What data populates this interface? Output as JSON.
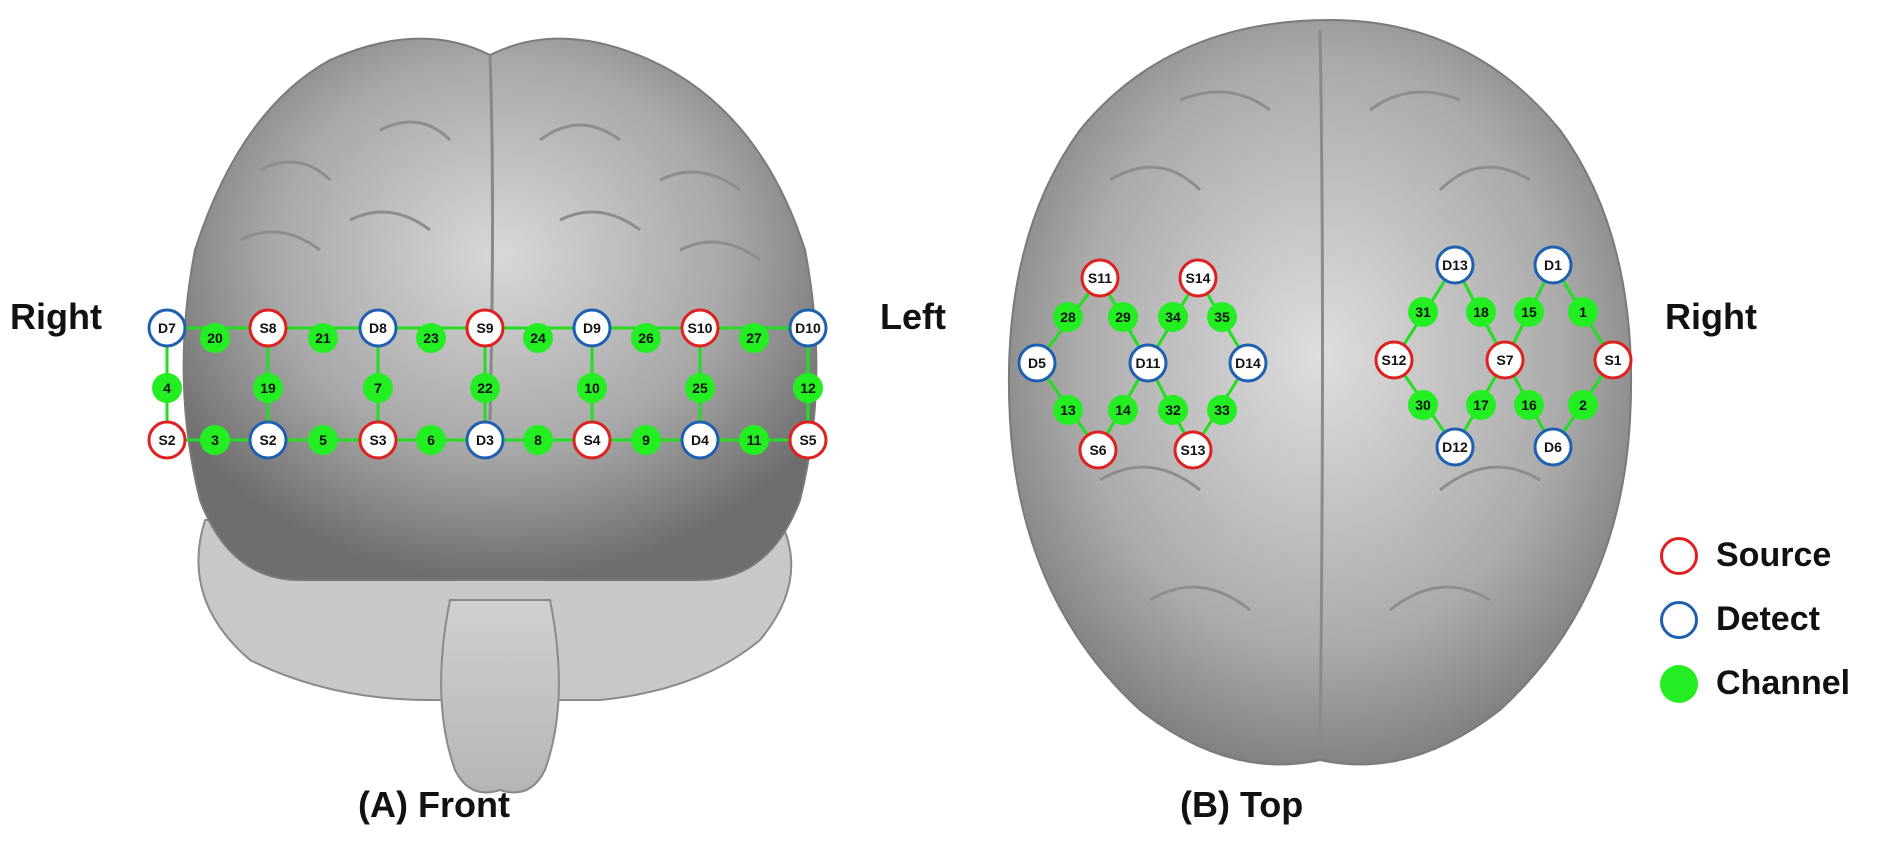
{
  "labels": {
    "front_right": "Right",
    "front_left": "Left",
    "top_right": "Right",
    "caption_front": "(A) Front",
    "caption_top": "(B) Top"
  },
  "legend": [
    {
      "label": "Source",
      "kind": "source"
    },
    {
      "label": "Detect",
      "kind": "detector"
    },
    {
      "label": "Channel",
      "kind": "channel"
    }
  ],
  "colors": {
    "source": "#e02020",
    "detector": "#1f5fb0",
    "channel": "#22ee22",
    "link": "#22dd22",
    "brain": "#9a9a9a"
  },
  "front_view": {
    "optodes": [
      {
        "id": "D7",
        "kind": "detector"
      },
      {
        "id": "S8",
        "kind": "source"
      },
      {
        "id": "D8",
        "kind": "detector"
      },
      {
        "id": "S9",
        "kind": "source"
      },
      {
        "id": "D9",
        "kind": "detector"
      },
      {
        "id": "S10",
        "kind": "source"
      },
      {
        "id": "D10",
        "kind": "detector"
      },
      {
        "id": "S2",
        "kind": "source"
      },
      {
        "id": "S2",
        "kind": "detector"
      },
      {
        "id": "S3",
        "kind": "source"
      },
      {
        "id": "D3",
        "kind": "detector"
      },
      {
        "id": "S4",
        "kind": "source"
      },
      {
        "id": "D4",
        "kind": "detector"
      },
      {
        "id": "S5",
        "kind": "source"
      }
    ],
    "channels": [
      "20",
      "21",
      "23",
      "24",
      "26",
      "27",
      "4",
      "19",
      "7",
      "22",
      "10",
      "25",
      "12",
      "3",
      "5",
      "6",
      "8",
      "9",
      "11"
    ]
  },
  "top_view": {
    "optodes": [
      {
        "id": "S11",
        "kind": "source"
      },
      {
        "id": "S14",
        "kind": "source"
      },
      {
        "id": "D5",
        "kind": "detector"
      },
      {
        "id": "D11",
        "kind": "detector"
      },
      {
        "id": "D14",
        "kind": "detector"
      },
      {
        "id": "S6",
        "kind": "source"
      },
      {
        "id": "S13",
        "kind": "source"
      },
      {
        "id": "D13",
        "kind": "detector"
      },
      {
        "id": "D1",
        "kind": "detector"
      },
      {
        "id": "S12",
        "kind": "source"
      },
      {
        "id": "S7",
        "kind": "source"
      },
      {
        "id": "S1",
        "kind": "source"
      },
      {
        "id": "D12",
        "kind": "detector"
      },
      {
        "id": "D6",
        "kind": "detector"
      }
    ],
    "channels": [
      "28",
      "29",
      "34",
      "35",
      "13",
      "14",
      "32",
      "33",
      "31",
      "18",
      "15",
      "1",
      "30",
      "17",
      "16",
      "2"
    ]
  }
}
